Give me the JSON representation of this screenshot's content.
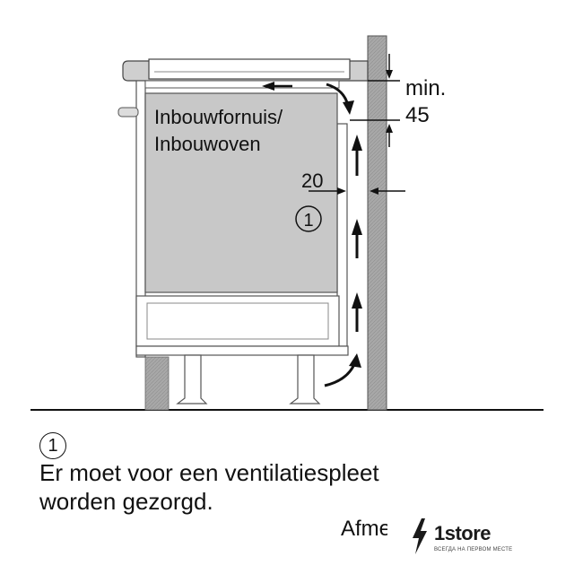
{
  "diagram": {
    "appliance_label_line1": "Inbouwfornuis/",
    "appliance_label_line2": "Inbouwoven",
    "marker_number": "1",
    "min_label": "min.",
    "min_value": "45",
    "gap_value": "20"
  },
  "note": {
    "marker_number": "1",
    "line1": "Er moet voor een ventilatiespleet",
    "line2": "worden gezorgd."
  },
  "footer": {
    "afmetingen_partial": "Afme"
  },
  "watermark": {
    "brand": "1store",
    "tagline": "ВСЕГДА НА ПЕРВОМ МЕСТЕ",
    "icon": "lightning-bolt-icon"
  },
  "colors": {
    "oven_fill": "#c8c8c8",
    "wall_fill": "#a8a8a8",
    "leg_fill": "#9a9a9a",
    "line": "#111111"
  }
}
